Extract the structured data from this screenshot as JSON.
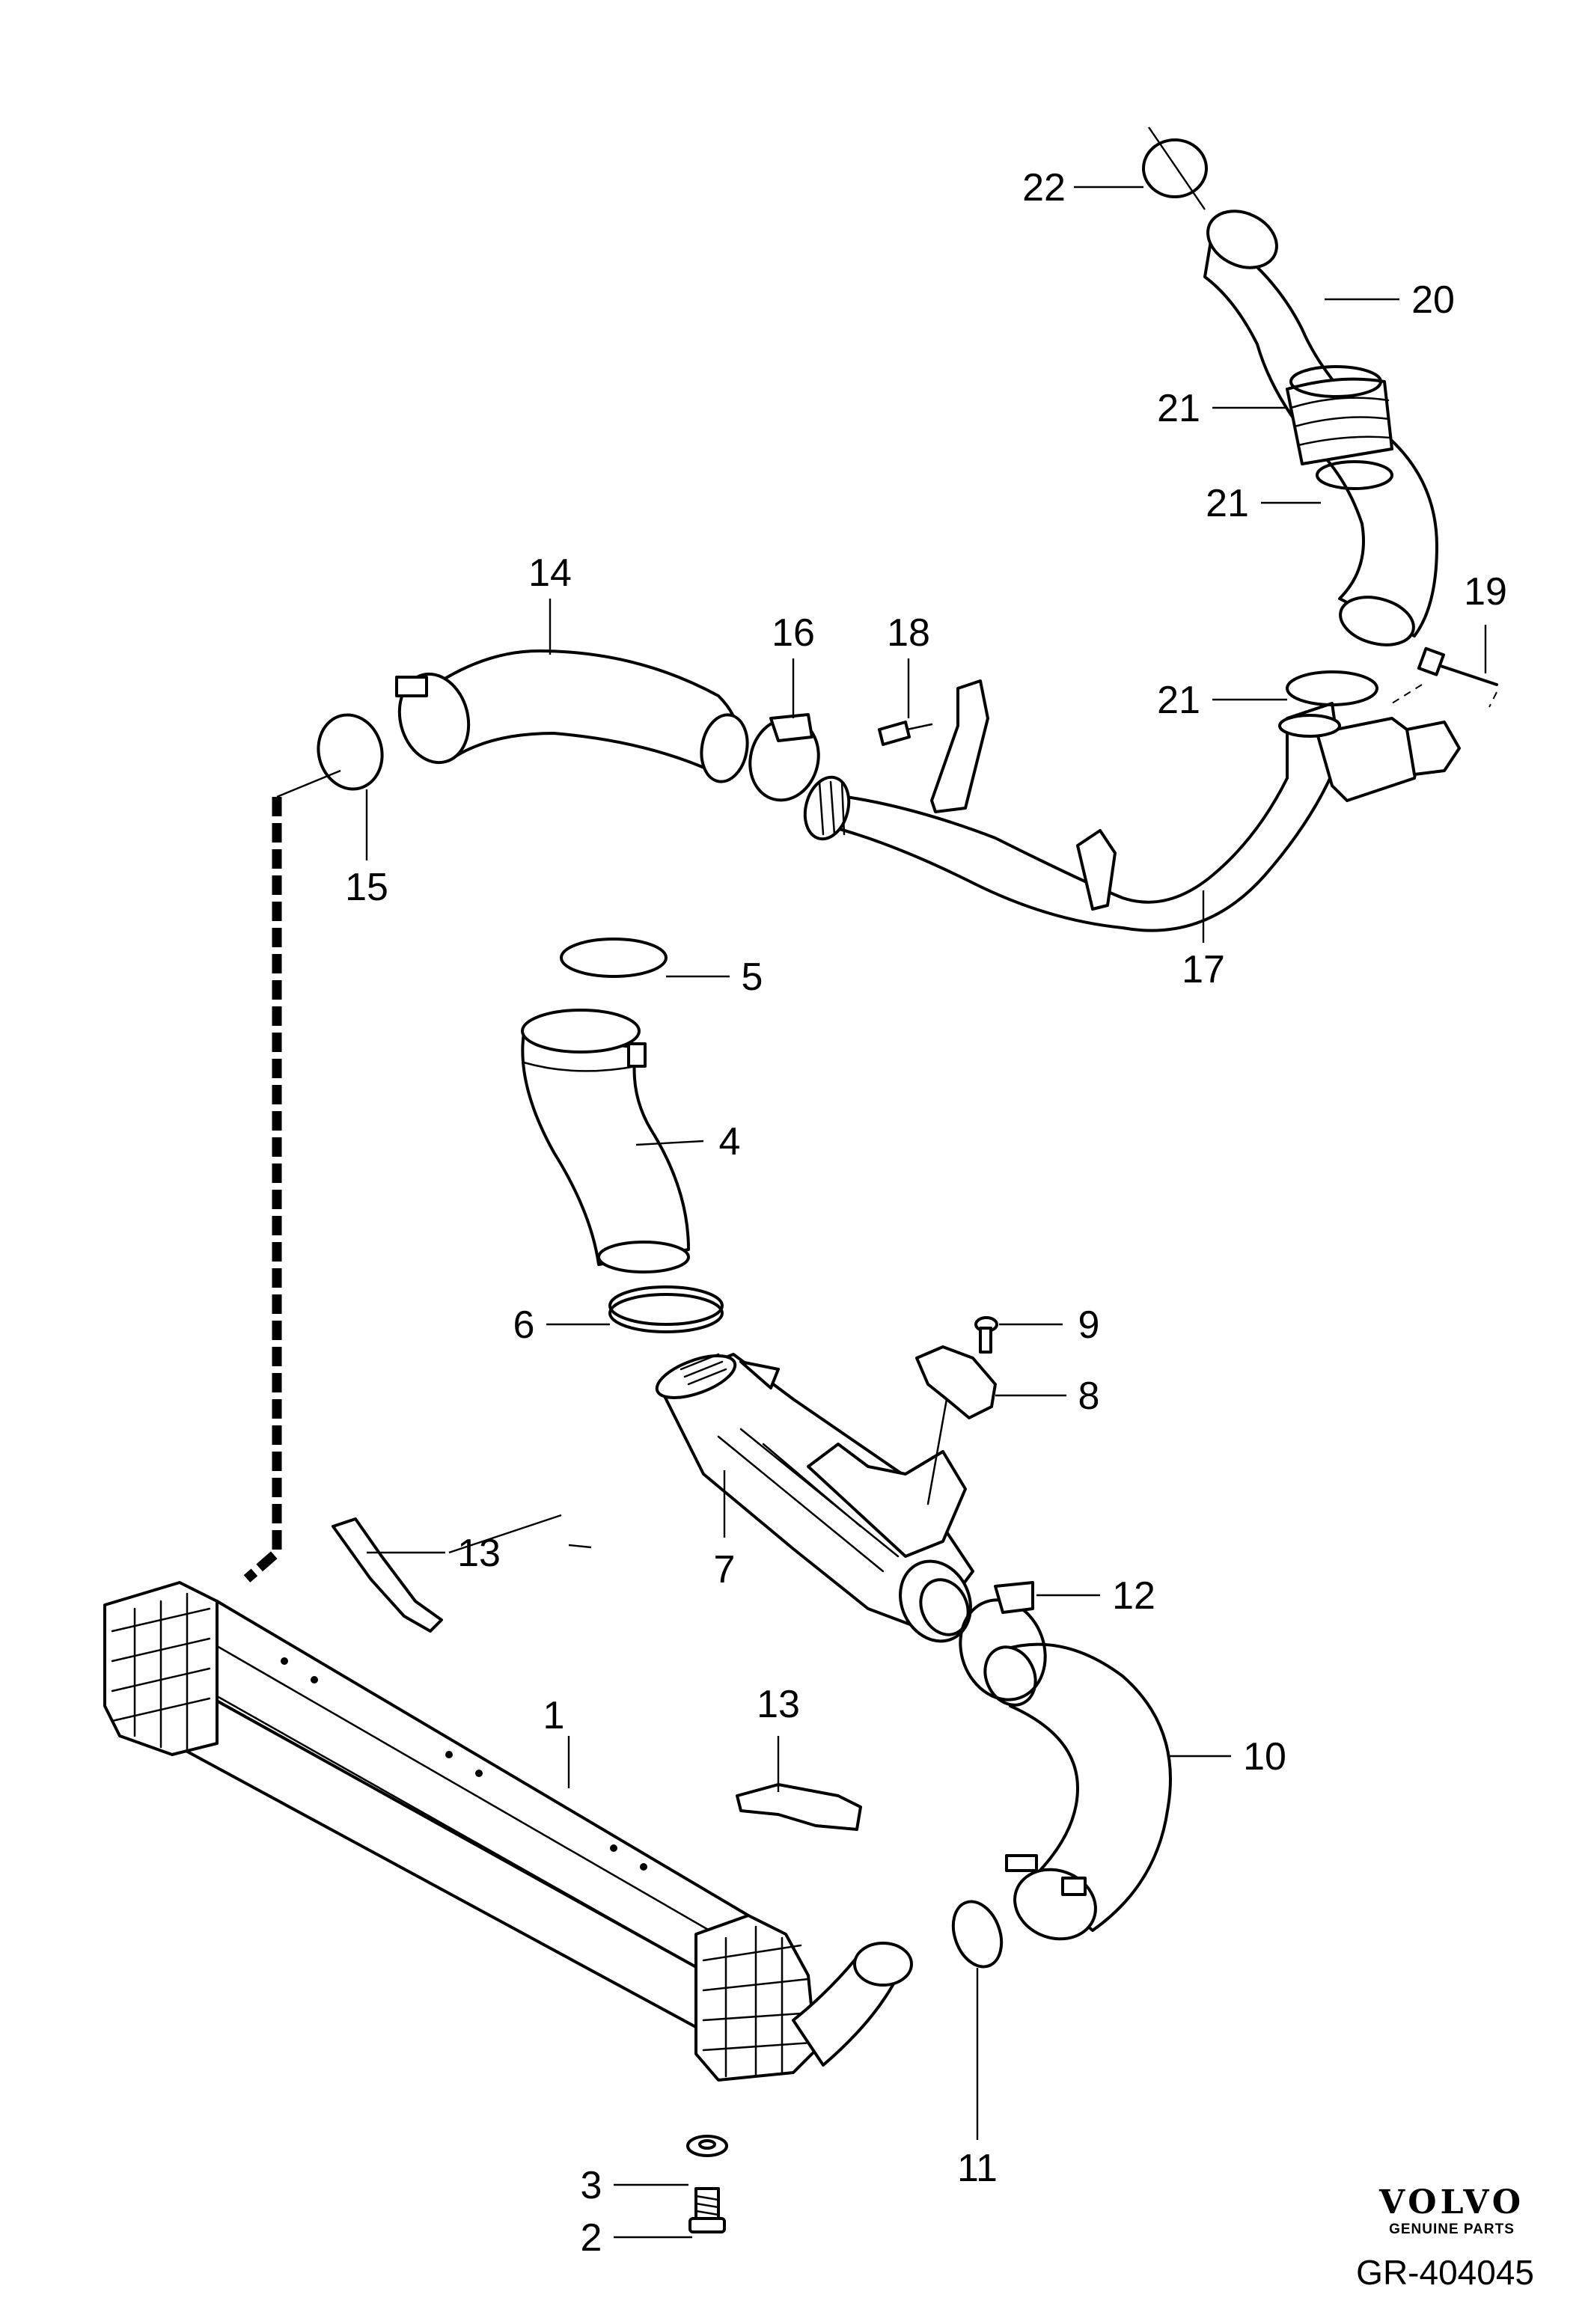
{
  "brand": {
    "logo_text": "VOLVO",
    "subtitle": "GENUINE PARTS"
  },
  "reference_code": "GR-404045",
  "callouts": [
    {
      "id": "p1",
      "label": "1"
    },
    {
      "id": "p2",
      "label": "2"
    },
    {
      "id": "p3",
      "label": "3"
    },
    {
      "id": "p4",
      "label": "4"
    },
    {
      "id": "p5",
      "label": "5"
    },
    {
      "id": "p6",
      "label": "6"
    },
    {
      "id": "p7",
      "label": "7"
    },
    {
      "id": "p8",
      "label": "8"
    },
    {
      "id": "p9",
      "label": "9"
    },
    {
      "id": "p10",
      "label": "10"
    },
    {
      "id": "p11",
      "label": "11"
    },
    {
      "id": "p12",
      "label": "12"
    },
    {
      "id": "p13a",
      "label": "13"
    },
    {
      "id": "p13b",
      "label": "13"
    },
    {
      "id": "p14",
      "label": "14"
    },
    {
      "id": "p15",
      "label": "15"
    },
    {
      "id": "p16",
      "label": "16"
    },
    {
      "id": "p17",
      "label": "17"
    },
    {
      "id": "p18",
      "label": "18"
    },
    {
      "id": "p19",
      "label": "19"
    },
    {
      "id": "p20",
      "label": "20"
    },
    {
      "id": "p21a",
      "label": "21"
    },
    {
      "id": "p21b",
      "label": "21"
    },
    {
      "id": "p21c",
      "label": "21"
    },
    {
      "id": "p22",
      "label": "22"
    }
  ]
}
